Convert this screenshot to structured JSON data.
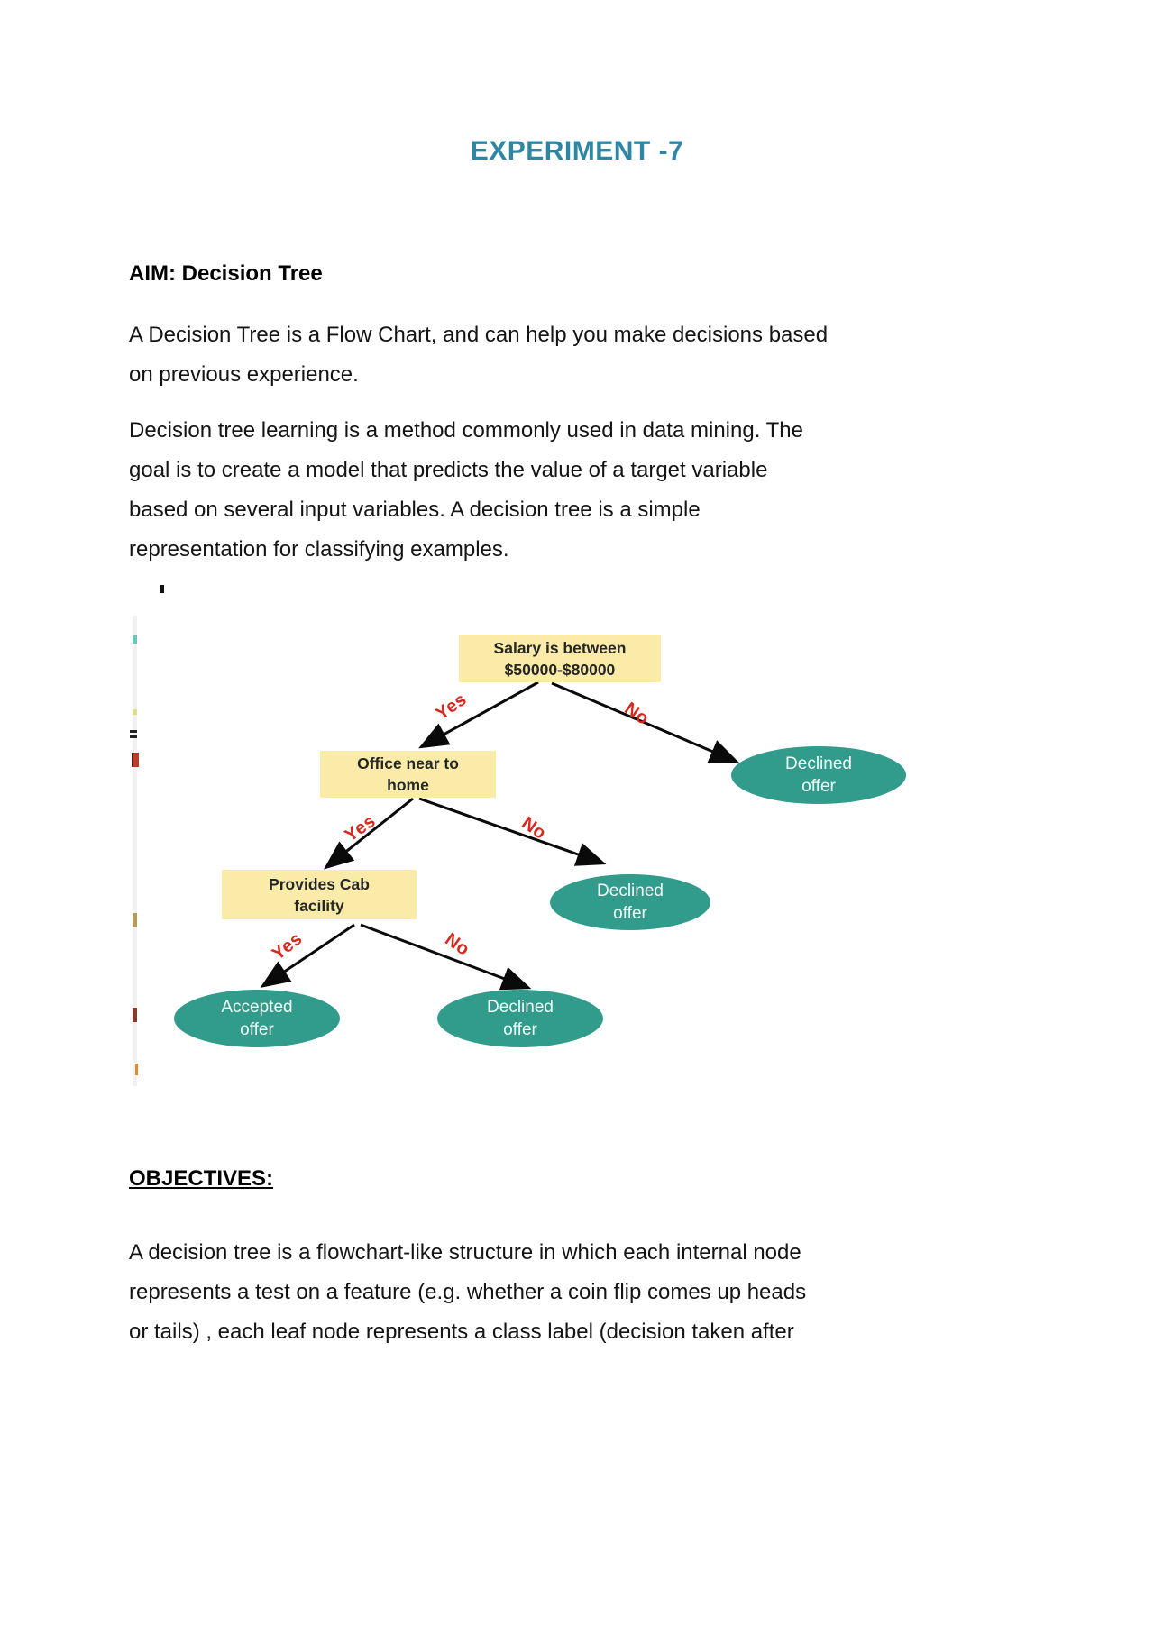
{
  "doc": {
    "title": "EXPERIMENT -7",
    "title_color": "#2f86a3",
    "aim_heading": "AIM: Decision Tree",
    "paragraph1_lines": [
      "A Decision Tree is a Flow Chart, and can help you make decisions based",
      "on previous experience."
    ],
    "paragraph2_lines": [
      "Decision tree learning is a method commonly used in data mining. The",
      "goal is to create a model that predicts the value of a target variable",
      "based on several input variables. A decision tree is a simple",
      "representation for classifying examples."
    ],
    "objectives_heading": "OBJECTIVES:",
    "paragraph3_lines": [
      "A decision tree is a flowchart-like structure in which each internal node",
      "represents a test on a feature (e.g. whether a coin flip comes up heads",
      "or tails) , each leaf node represents a class label (decision taken after"
    ]
  },
  "diagram": {
    "type": "decision-tree-flowchart",
    "colors": {
      "decision_box_fill": "#faeca8",
      "outcome_ellipse_fill": "#319c8c",
      "edge_label_red": "#d6281e",
      "arrow_black": "#0a0a0a"
    },
    "nodes": {
      "salary": [
        "Salary is between",
        "$50000-$80000"
      ],
      "office": [
        "Office near to",
        "home"
      ],
      "cab": [
        "Provides Cab",
        "facility"
      ],
      "declined1": [
        "Declined",
        "offer"
      ],
      "declined2": [
        "Declined",
        "offer"
      ],
      "declined3": [
        "Declined",
        "offer"
      ],
      "accepted": [
        "Accepted",
        "offer"
      ]
    },
    "edge_labels": {
      "yes1": "Yes",
      "no1": "No",
      "yes2": "Yes",
      "no2": "No",
      "yes3": "Yes",
      "no3": "No"
    }
  }
}
